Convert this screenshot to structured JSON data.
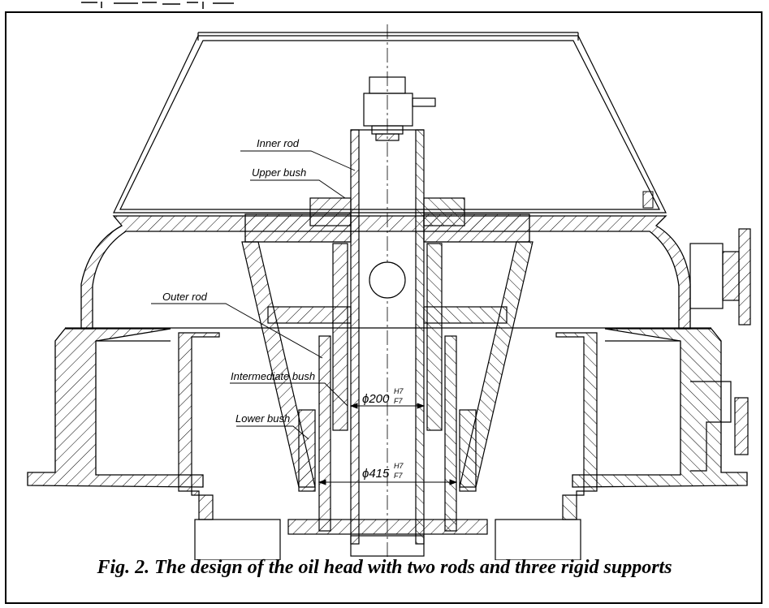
{
  "labels": {
    "inner_rod": "Inner rod",
    "upper_bush": "Upper bush",
    "outer_rod": "Outer rod",
    "intermediate_bush": "Intermediate bush",
    "lower_bush": "Lower bush"
  },
  "dimensions": {
    "d200_main": "ϕ200",
    "d200_upper": "H7",
    "d200_lower": "F7",
    "d415_main": "ϕ415",
    "d415_upper": "H7",
    "d415_lower": "F7"
  },
  "caption": "Fig. 2. The design of the oil head with two rods and three rigid supports"
}
